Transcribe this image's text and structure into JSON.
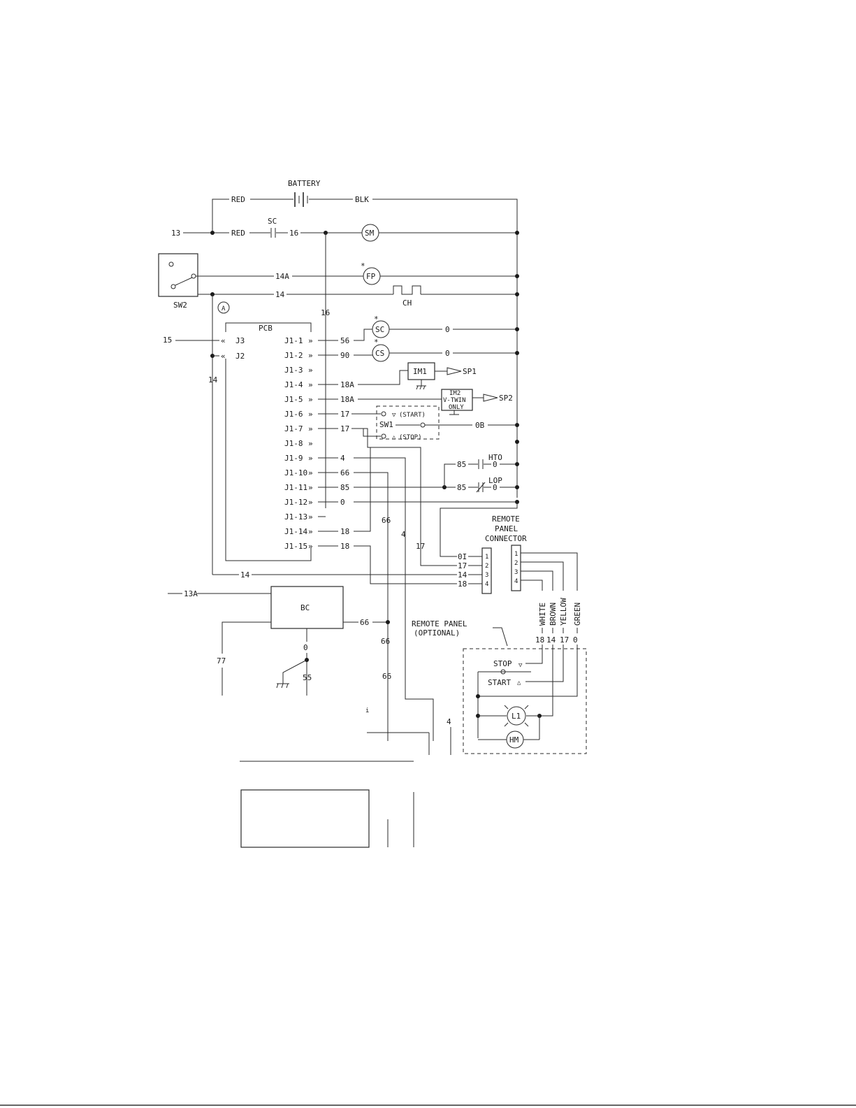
{
  "diagram": {
    "battery": "BATTERY",
    "red": "RED",
    "blk": "BLK",
    "sc_contact": "SC",
    "w13": "13",
    "w16": "16",
    "sm": "SM",
    "w14a": "14A",
    "fp": "FP",
    "w14": "14",
    "ch": "CH",
    "sw2": "SW2",
    "circle_a": "A",
    "pcb": "PCB",
    "w15": "15",
    "j3": "J3",
    "j2": "J2",
    "asterisk": "*",
    "sc_coil": "SC",
    "cs": "CS",
    "w56": "56",
    "w90": "90",
    "w0": "0",
    "im1": "IM1",
    "sp1": "SP1",
    "im2_line1": "IM2",
    "im2_line2": "V-TWIN",
    "im2_line3": "ONLY",
    "sp2": "SP2",
    "w18a": "18A",
    "w17": "17",
    "sw1": "SW1",
    "start_label": "(START)",
    "stop_label": "(STOP)",
    "w0b": "0B",
    "w4": "4",
    "w66": "66",
    "w85": "85",
    "w18": "18",
    "hto": "HTO",
    "lop": "LOP",
    "j1_pins": [
      "J1-1",
      "J1-2",
      "J1-3",
      "J1-4",
      "J1-5",
      "J1-6",
      "J1-7",
      "J1-8",
      "J1-9",
      "J1-10",
      "J1-11",
      "J1-12",
      "J1-13",
      "J1-14",
      "J1-15"
    ],
    "j1_wires": [
      "56",
      "90",
      "",
      "18A",
      "18A",
      "17",
      "17",
      "",
      "4",
      "66",
      "85",
      "0",
      "",
      "18",
      "18"
    ],
    "rpc_line1": "REMOTE",
    "rpc_line2": "PANEL",
    "rpc_line3": "CONNECTOR",
    "w01": "0I",
    "rpc_pins": [
      "1",
      "2",
      "3",
      "4"
    ],
    "w13a": "13A",
    "bc": "BC",
    "w77": "77",
    "w55": "55",
    "rp_line1": "REMOTE PANEL",
    "rp_line2": "(OPTIONAL)",
    "white": "WHITE",
    "brown": "BROWN",
    "yellow": "YELLOW",
    "green": "GREEN",
    "stop": "STOP",
    "start": "START",
    "l1": "L1",
    "hm": "HM",
    "fragment_i": "i"
  }
}
